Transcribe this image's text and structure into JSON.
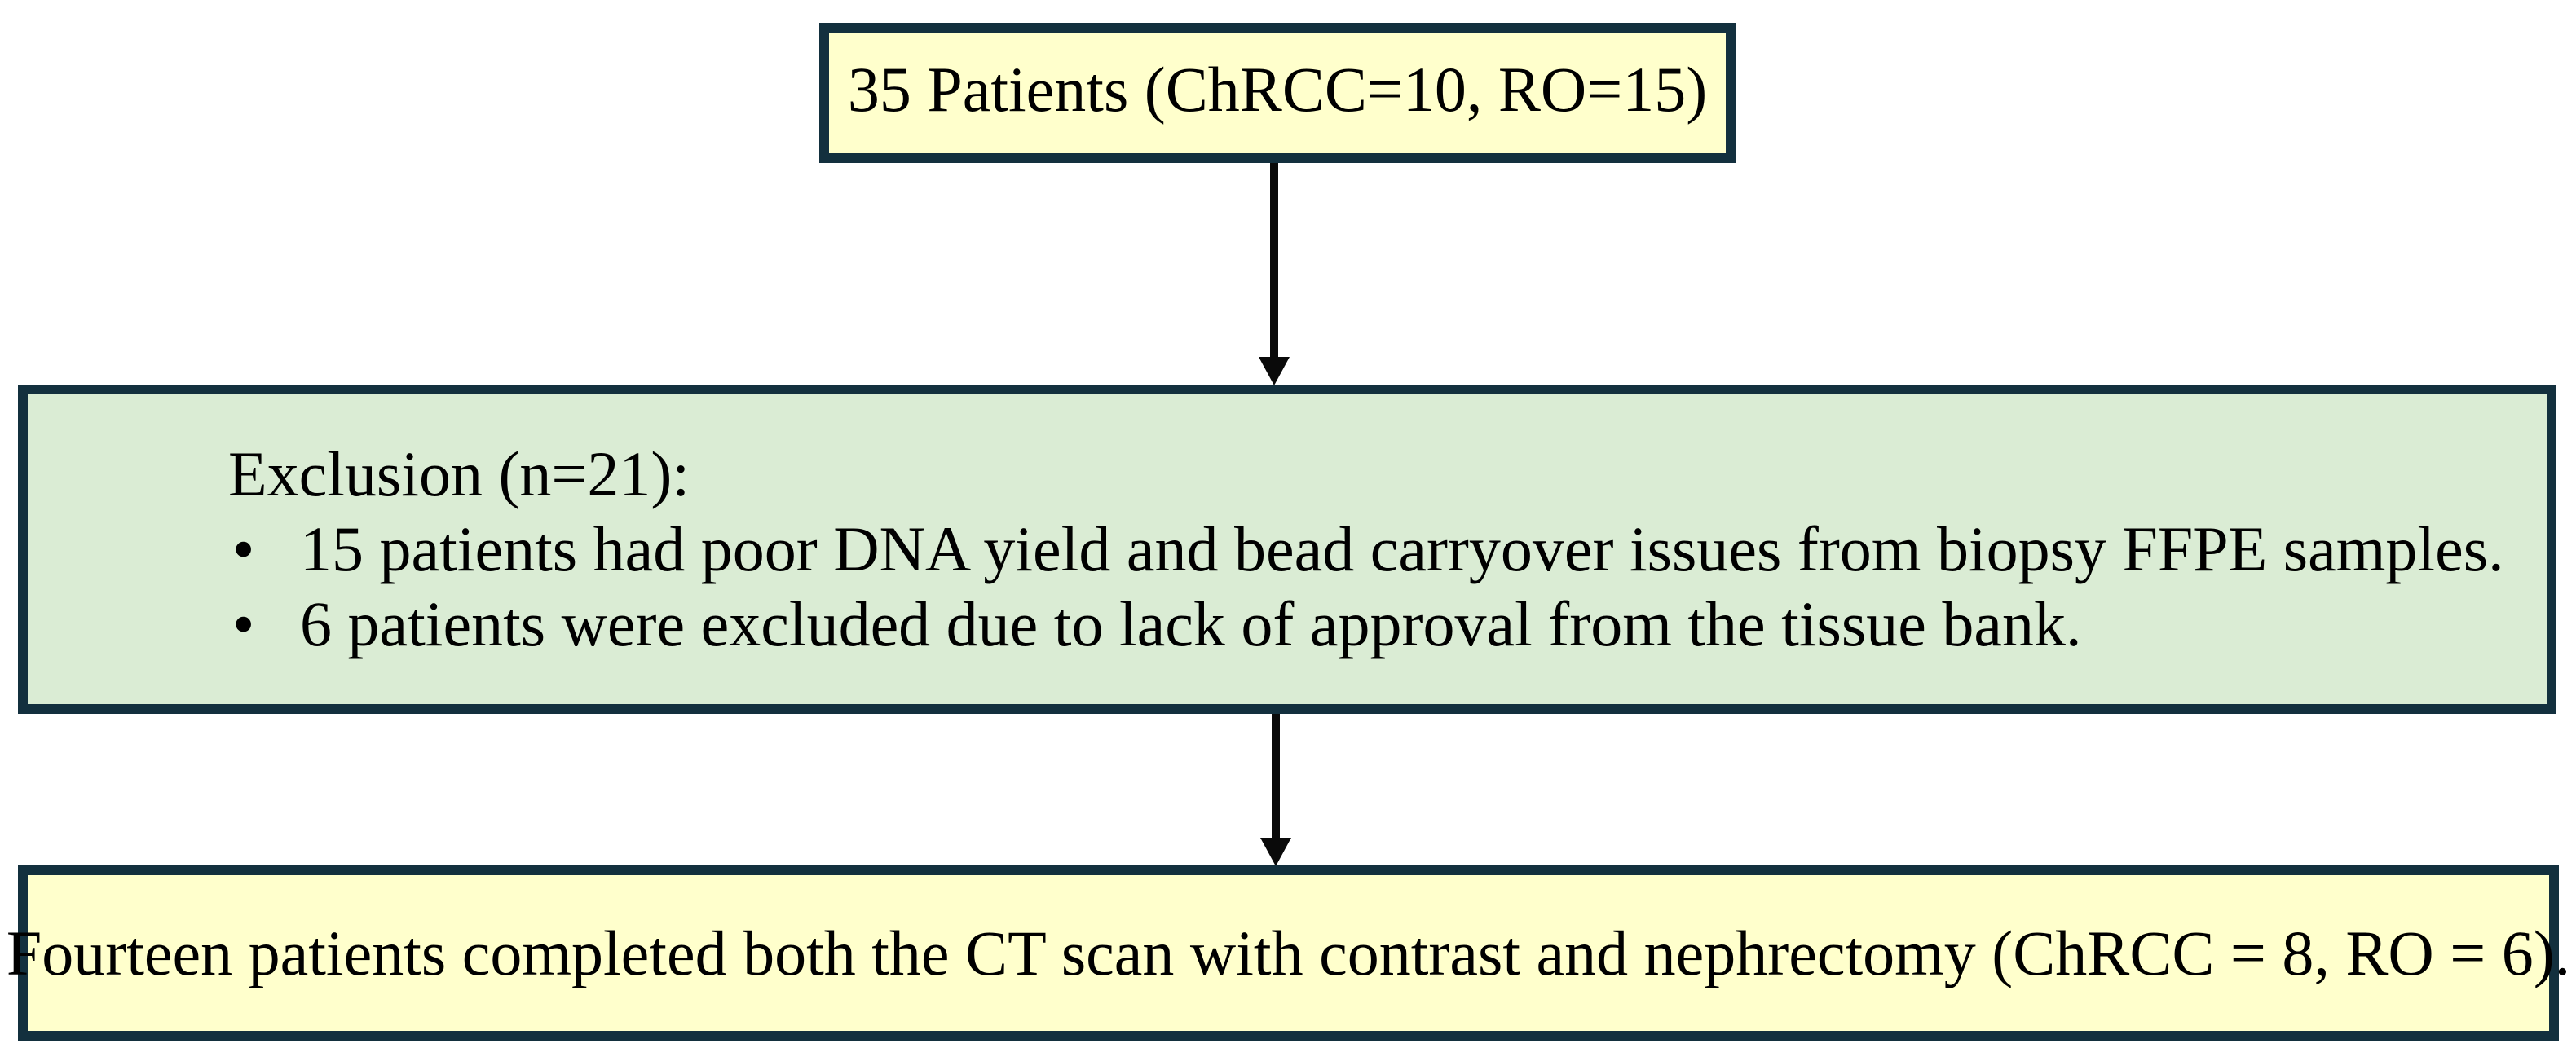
{
  "diagram": {
    "kind": "patient-flow-diagram",
    "colors": {
      "box_border": "#13303e",
      "yellow_fill": "#ffffcc",
      "green_fill": "#daecd4",
      "arrow": "#0a0a0a",
      "background": "#ffffff",
      "text": "#000000"
    },
    "top_box": {
      "text": "35 Patients (ChRCC=10, RO=15)"
    },
    "exclusion_box": {
      "heading": "Exclusion (n=21):",
      "bullet_glyph": "•",
      "bullets": [
        "15 patients had poor DNA yield and bead carryover issues from biopsy FFPE samples.",
        "6 patients were excluded due to lack of approval from the tissue bank."
      ]
    },
    "outcome_box": {
      "text": "Fourteen patients completed both the CT scan with contrast and nephrectomy (ChRCC = 8, RO = 6)."
    }
  }
}
